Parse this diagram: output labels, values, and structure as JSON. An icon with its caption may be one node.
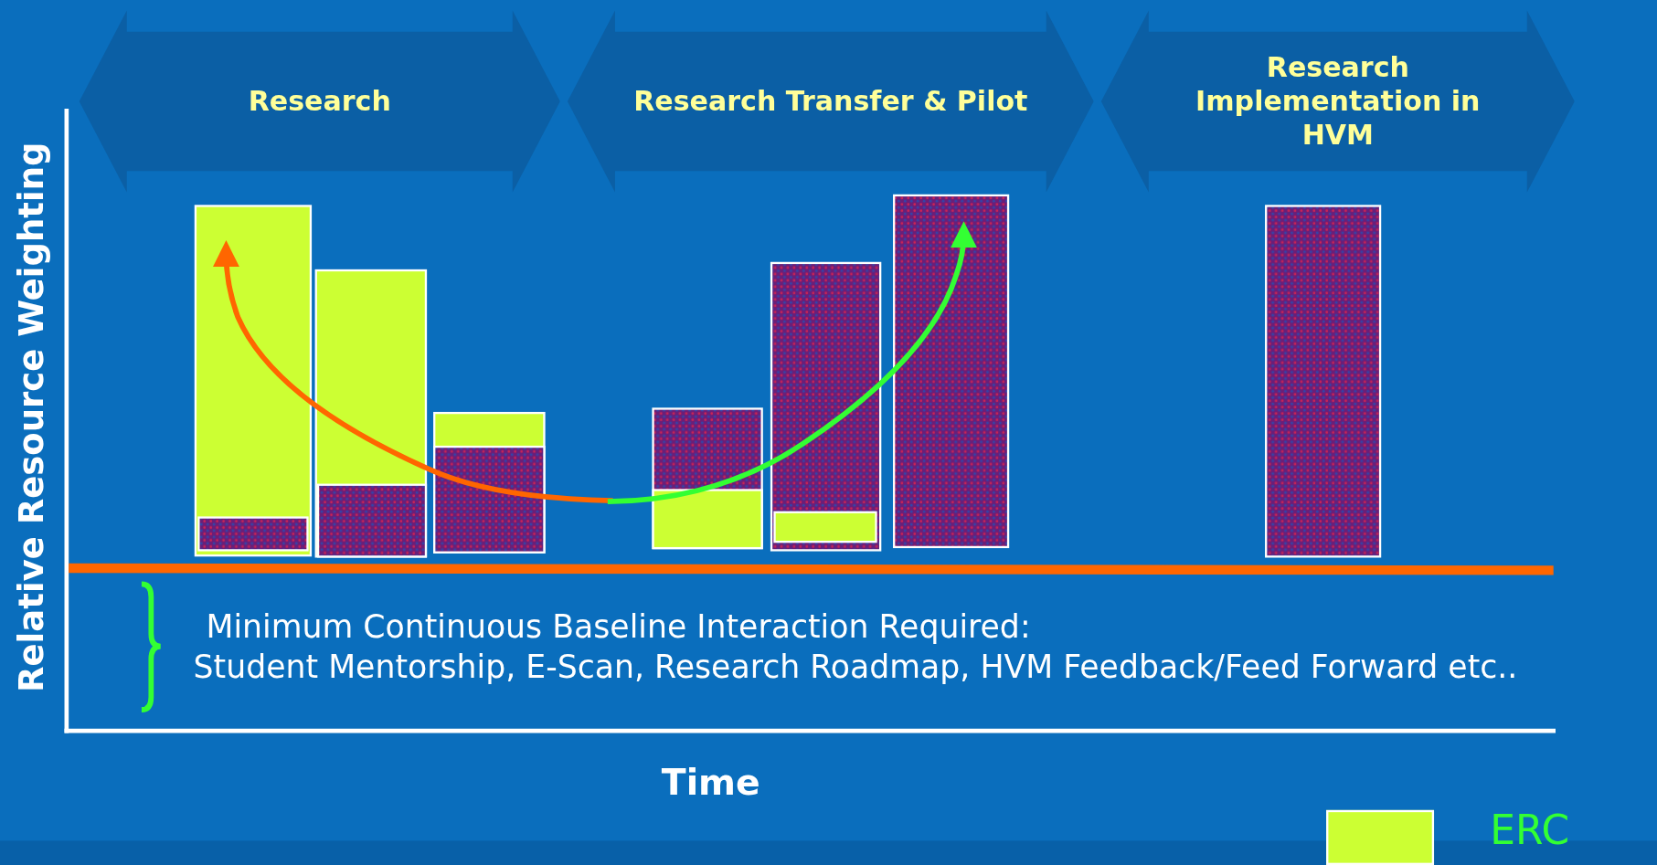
{
  "diagram": {
    "nodes": [
      {
        "text": [
          "Research"
        ]
      },
      {
        "text": [
          "Research Transfer & Pilot"
        ]
      },
      {
        "text": [
          "Research Implementation in HVM"
        ]
      }
    ],
    "labels": [
      "Relative Resource Weighting",
      "Minimum Continuous Baseline Interaction Required:",
      "Student Mentorship, E-Scan, Research Roadmap, HVM Feedback/Feed Forward etc..",
      "Time"
    ],
    "legend": [
      {
        "text": "ERC",
        "color": "#ccff33"
      }
    ]
  }
}
